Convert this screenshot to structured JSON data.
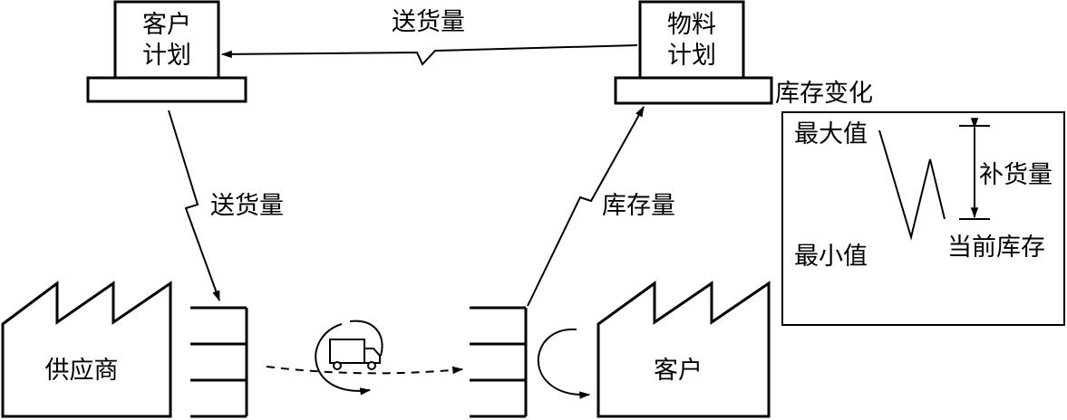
{
  "customer_plan": {
    "line1": "客户",
    "line2": "计划"
  },
  "material_plan": {
    "line1": "物料",
    "line2": "计划"
  },
  "top_flow_label": "送货量",
  "left_flow_label": "送货量",
  "right_flow_label": "库存量",
  "inventory_panel": {
    "title": "库存变化",
    "max_label": "最大值",
    "min_label": "最小值",
    "replenish_label": "补货量",
    "current_label": "当前库存"
  },
  "supplier_label": "供应商",
  "customer_label": "客户"
}
